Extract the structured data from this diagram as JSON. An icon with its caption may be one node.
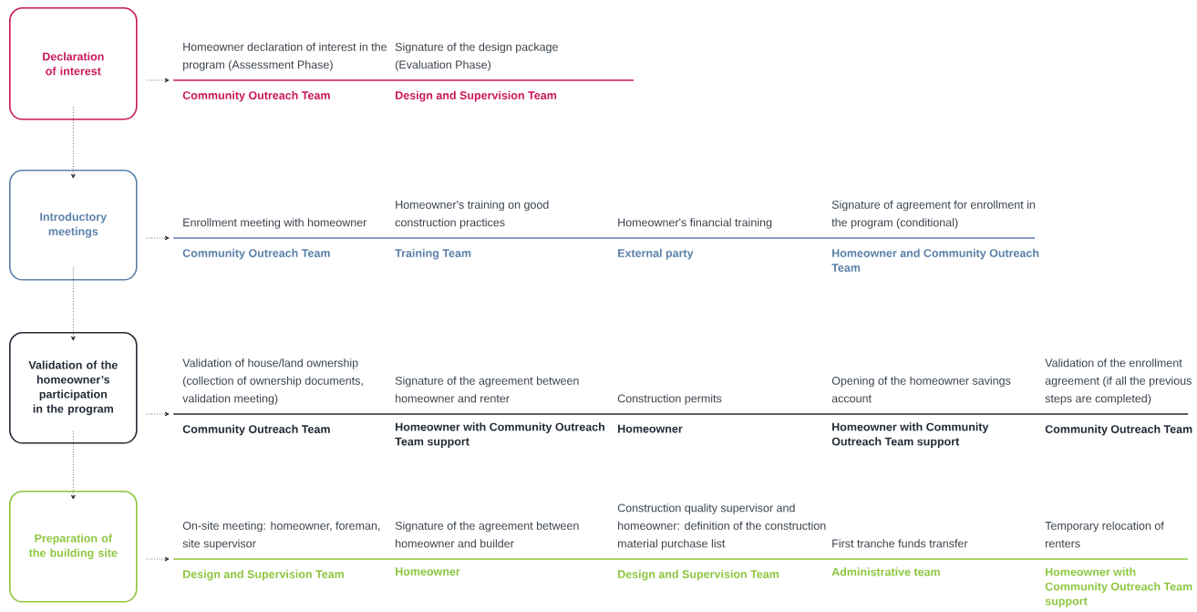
{
  "diagram": {
    "nodes": [
      {
        "text": [
          "Declaration of interest"
        ]
      },
      {
        "text": [],
        "shape": "bar"
      },
      {
        "text": [
          "Homeowner declaration of interest in the program (Assessment Phase)",
          "Community Outreach Team"
        ]
      },
      {
        "text": [
          "Signature of the design package (Evaluation Phase)",
          "Design and Supervision Team"
        ]
      },
      {
        "text": [
          "Introductory meetings"
        ]
      },
      {
        "text": [],
        "shape": "bar"
      },
      {
        "text": [
          "Enrollment meeting with homeowner",
          "Community Outreach Team"
        ]
      },
      {
        "text": [
          "Homeowner's training on good construction practices",
          "Training Team"
        ]
      },
      {
        "text": [
          "Homeowner's financial training",
          "External party"
        ]
      },
      {
        "text": [
          "Signature of agreement for enrollment in the program (conditional)",
          "Homeowner and Community Outreach Team"
        ]
      },
      {
        "text": [
          "Validation of the homeowner’s participation in the program"
        ]
      },
      {
        "text": [],
        "shape": "bar"
      },
      {
        "text": [
          "Validation of house/land ownership (collection of ownership documents, validation meeting)",
          "Community Outreach Team"
        ]
      },
      {
        "text": [
          "Signature of the agreement between homeowner and renter",
          "Homeowner with Community Outreach Team support"
        ]
      },
      {
        "text": [
          "Construction permits",
          "Homeowner"
        ]
      },
      {
        "text": [
          "Opening of the homeowner savings account",
          "Homeowner with Community Outreach Team support"
        ]
      },
      {
        "text": [
          "Validation of the enrollment agreement (if all the previous steps are completed)",
          "Community Outreach Team"
        ]
      },
      {
        "text": [
          "Preparation of the building site"
        ]
      },
      {
        "text": [],
        "shape": "bar"
      },
      {
        "text": [
          "On-site meeting: homeowner, foreman, site supervisor",
          "Design and Supervision Team"
        ]
      },
      {
        "text": [
          "Signature of the agreement between homeowner and builder",
          "Homeowner"
        ]
      },
      {
        "text": [
          "Construction quality supervisor and homeowner: definition of the construction material purchase list",
          "Design and Supervision Team"
        ]
      },
      {
        "text": [
          "First tranche funds transfer",
          "Administrative team"
        ]
      },
      {
        "text": [
          "Temporary relocation of renters",
          "Homeowner with Community Outreach Team support"
        ]
      }
    ],
    "edges": [
      {
        "from": 0,
        "to": 1,
        "arrow": "to",
        "style": "dashed"
      },
      {
        "from": 0,
        "to": 4,
        "arrow": "to",
        "style": "dashed"
      },
      {
        "from": 4,
        "to": 5,
        "arrow": "to",
        "style": "dashed"
      },
      {
        "from": 4,
        "to": 10,
        "arrow": "to",
        "style": "dashed"
      },
      {
        "from": 10,
        "to": 11,
        "arrow": "to",
        "style": "dashed"
      },
      {
        "from": 10,
        "to": 17,
        "arrow": "to",
        "style": "dashed"
      },
      {
        "from": 17,
        "to": 18,
        "arrow": "to",
        "style": "dashed"
      }
    ]
  }
}
